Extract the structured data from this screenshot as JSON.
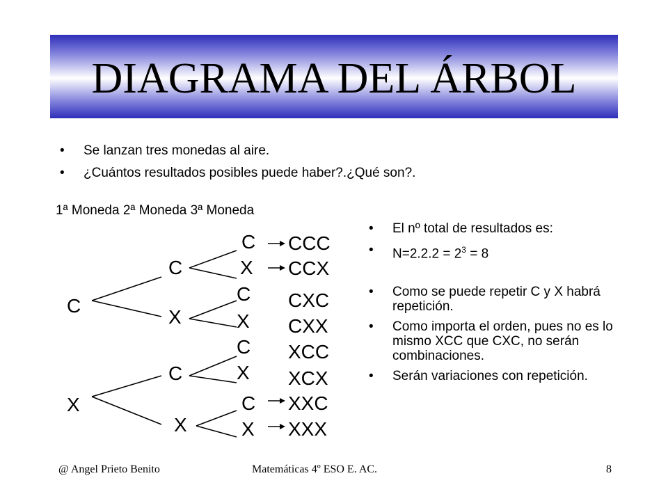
{
  "title": "DIAGRAMA DEL ÁRBOL",
  "intro_bullets": [
    "Se lanzan tres monedas al aire.",
    "¿Cuántos resultados posibles puede haber?.¿Qué son?."
  ],
  "column_header": "1ª Moneda  2ª Moneda  3ª Moneda",
  "tree": {
    "level1": [
      "C",
      "X"
    ],
    "level2": [
      "C",
      "X",
      "C",
      "X"
    ],
    "level3": [
      "C",
      "X",
      "C",
      "X",
      "C",
      "X",
      "C",
      "X"
    ],
    "outcomes": [
      "CCC",
      "CCX",
      "CXC",
      "CXX",
      "XCC",
      "XCX",
      "XXC",
      "XXX"
    ]
  },
  "right_bullets": {
    "total_label": "El nº total de resultados es:",
    "formula_prefix": "N=2.2.2 = 2",
    "formula_exp": "3",
    "formula_suffix": " = 8",
    "repetition": "Como se puede repetir C y X habrá repetición.",
    "order": "Como importa el orden, pues no es lo mismo XCC que CXC, no serán combinaciones.",
    "conclusion": "Serán variaciones con repetición."
  },
  "footer": {
    "author": "@  Angel Prieto Benito",
    "course": "Matemáticas  4º ESO  E. AC.",
    "page": "8"
  }
}
